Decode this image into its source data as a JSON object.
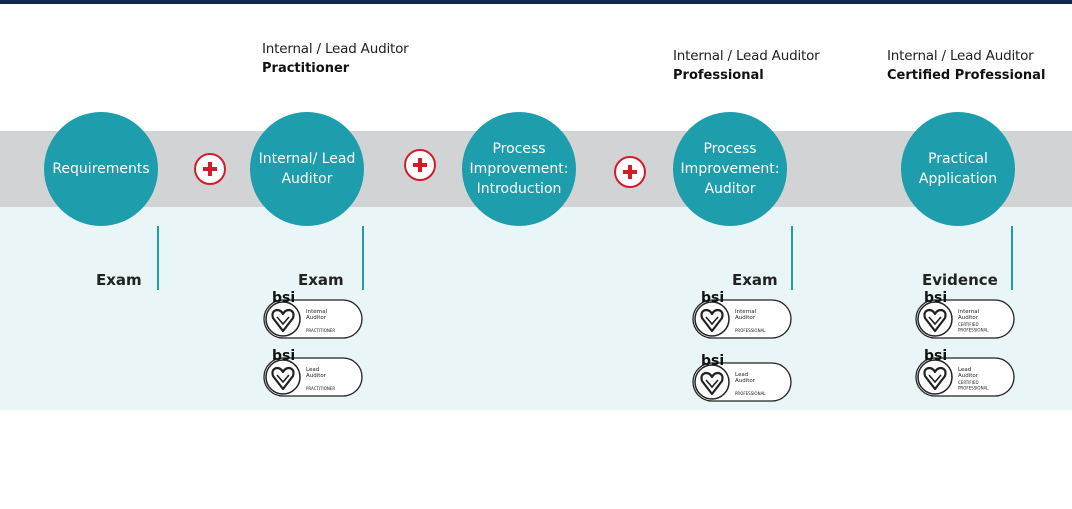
{
  "steps": [
    {
      "label": "Requirements",
      "tag": "Exam"
    },
    {
      "label": "Internal/ Lead\nAuditor",
      "tag": "Exam",
      "level_line1": "Internal / Lead Auditor",
      "level_line2": "Practitioner"
    },
    {
      "label": "Process\nImprovement:\nIntroduction"
    },
    {
      "label": "Process\nImprovement:\nAuditor",
      "tag": "Exam",
      "level_line1": "Internal / Lead Auditor",
      "level_line2": "Professional"
    },
    {
      "label": "Practical\nApplication",
      "tag": "Evidence",
      "level_line1": "Internal / Lead Auditor",
      "level_line2": "Certified Professional"
    }
  ],
  "badges": [
    {
      "brand": "bsi",
      "line1": "Internal",
      "line2": "Auditor",
      "level": "PRACTITIONER"
    },
    {
      "brand": "bsi",
      "line1": "Lead",
      "line2": "Auditor",
      "level": "PRACTITIONER"
    },
    {
      "brand": "bsi",
      "line1": "Internal",
      "line2": "Auditor",
      "level": "PROFESSIONAL"
    },
    {
      "brand": "bsi",
      "line1": "Lead",
      "line2": "Auditor",
      "level": "PROFESSIONAL"
    },
    {
      "brand": "bsi",
      "line1": "Internal",
      "line2": "Auditor",
      "level": "CERTIFIED PROFESSIONAL"
    },
    {
      "brand": "bsi",
      "line1": "Lead",
      "line2": "Auditor",
      "level": "CERTIFIED PROFESSIONAL"
    }
  ],
  "colors": {
    "circle": "#1e9eac",
    "plus": "#d51b2a",
    "band": "#d1d3d4",
    "panel": "#e9f5f6"
  },
  "icons": [
    "plus-icon",
    "bsi-kitemark-icon"
  ]
}
